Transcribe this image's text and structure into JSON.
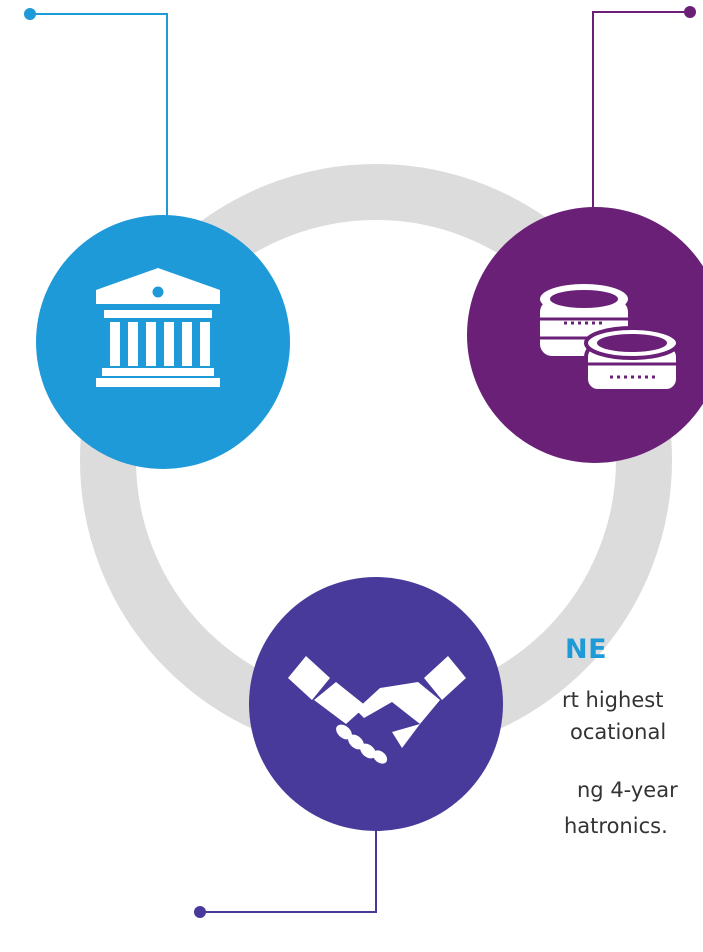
{
  "colors": {
    "ring": "#DCDCDC",
    "blue": "#1E9AD8",
    "purple": "#6A2077",
    "indigo": "#473A9A",
    "icon": "#ffffff",
    "text": "#333333"
  },
  "nodes": [
    {
      "icon": "bank-icon",
      "color": "#1E9AD8"
    },
    {
      "icon": "coins-icon",
      "color": "#6A2077"
    },
    {
      "icon": "handshake-icon",
      "color": "#473A9A"
    }
  ],
  "text": {
    "heading": "NE",
    "lines": [
      "rt highest",
      "ocational",
      "ng 4-year",
      "hatronics."
    ]
  }
}
